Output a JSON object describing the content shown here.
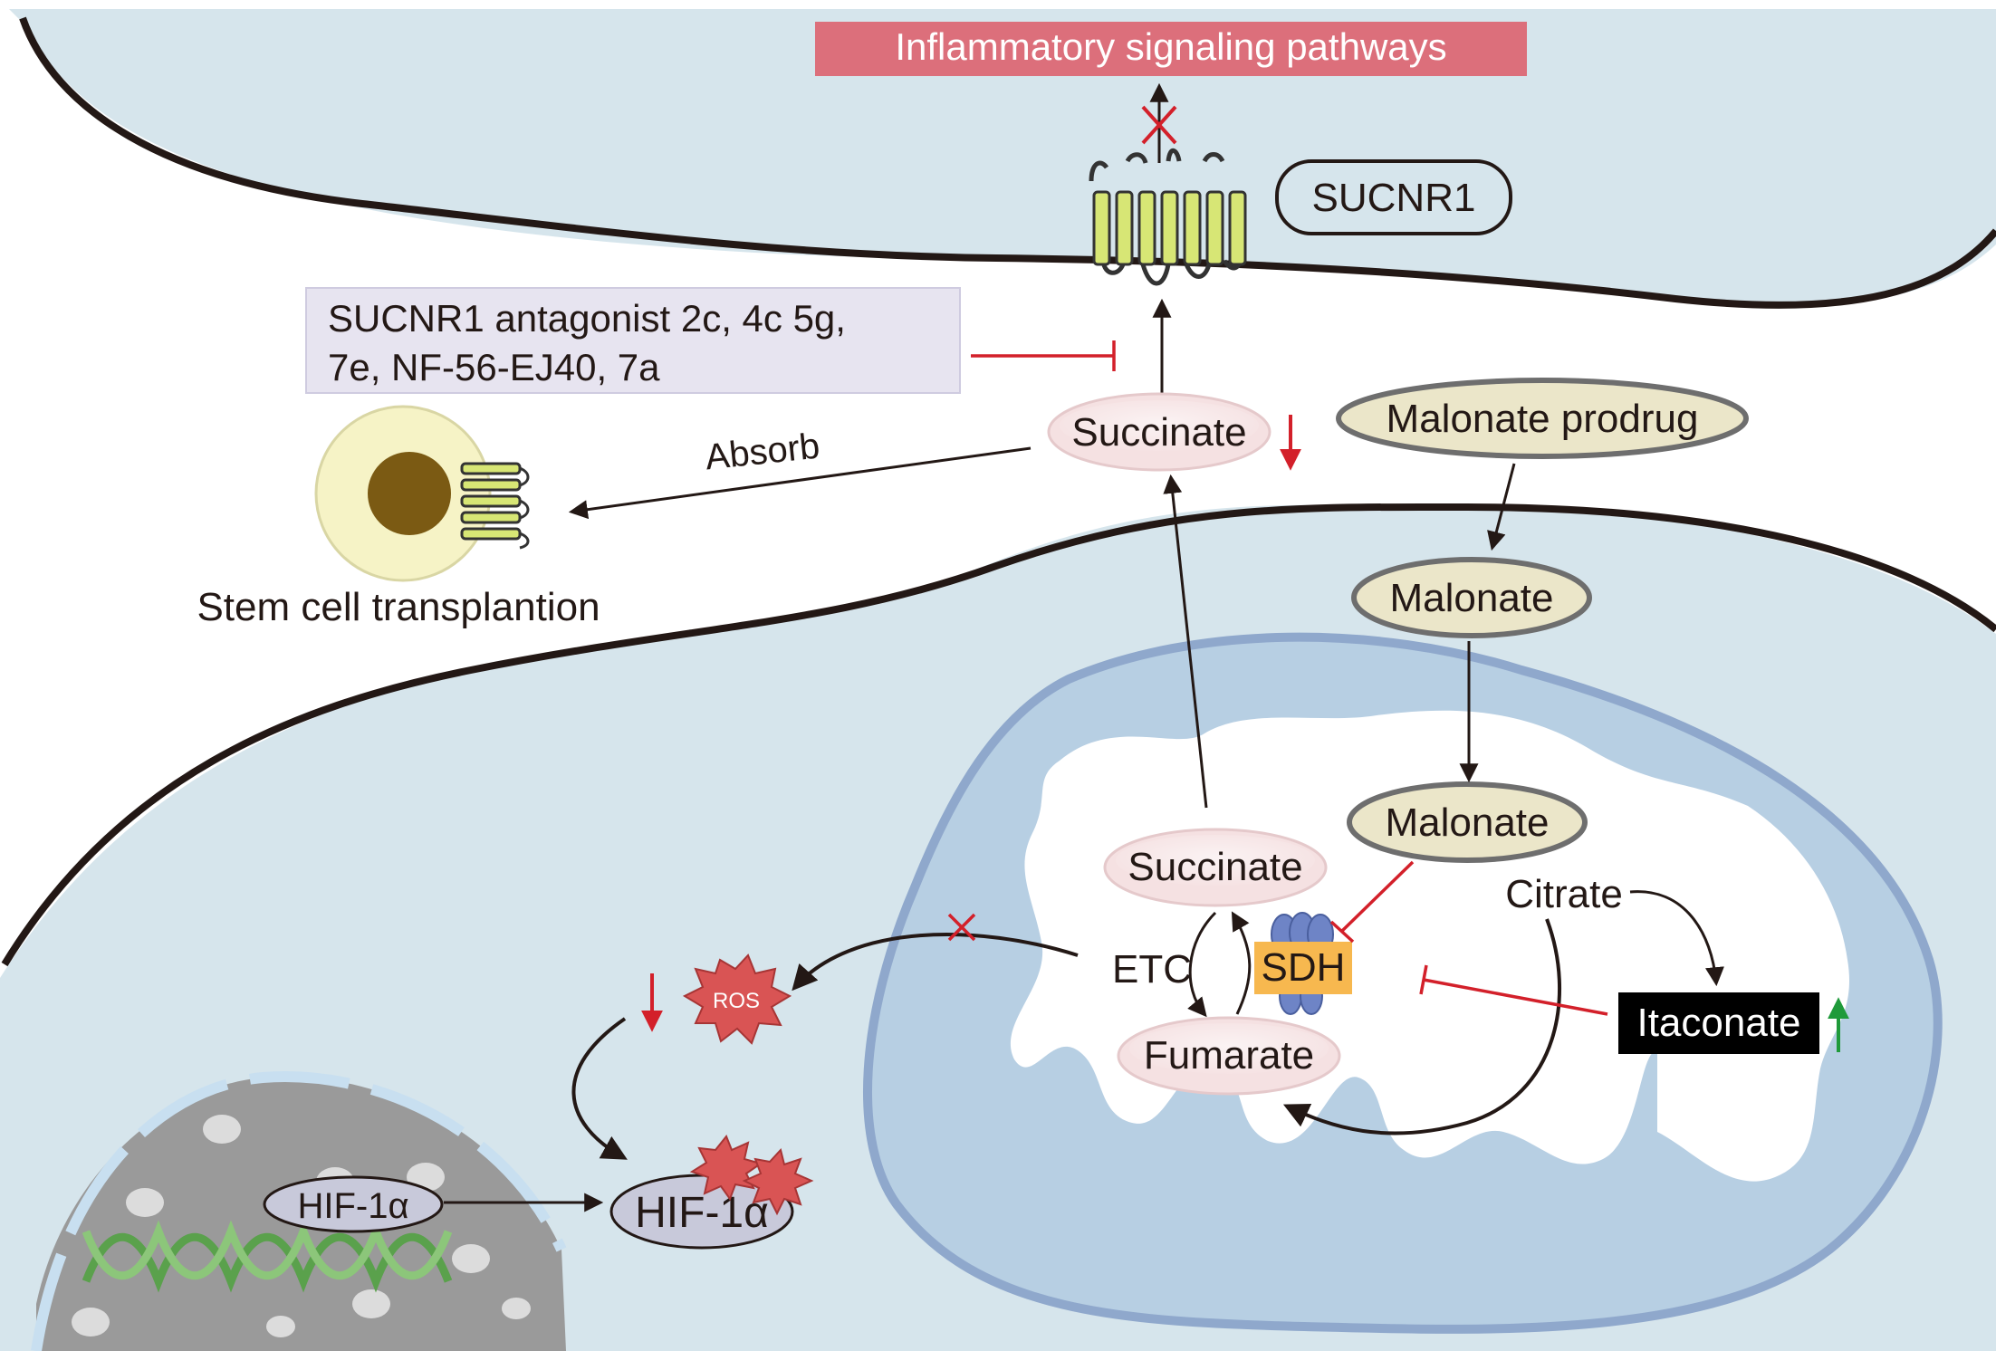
{
  "labels": {
    "inflammatory": "Inflammatory signaling pathways",
    "receptor": "SUCNR1",
    "antagonist_line1": "SUCNR1 antagonist 2c, 4c 5g,",
    "antagonist_line2": "7e, NF-56-EJ40, 7a",
    "absorb": "Absorb",
    "stem_cell": "Stem cell transplantion",
    "succinate_outer": "Succinate",
    "malonate_prodrug": "Malonate prodrug",
    "malonate_cyto": "Malonate",
    "malonate_mito": "Malonate",
    "succinate_mito": "Succinate",
    "fumarate": "Fumarate",
    "citrate": "Citrate",
    "itaconate": "Itaconate",
    "sdh": "SDH",
    "etc": "ETC",
    "ros": "ROS",
    "hif_nucleus": "HIF-1α",
    "hif_cyto": "HIF-1α"
  },
  "colors": {
    "background_cell": "#d6e5ec",
    "membrane": "#231815",
    "mito_outer": "#b7cfe3",
    "mito_border": "#8fa8cc",
    "mito_matrix": "#ffffff",
    "nucleus": "#9a9a9a",
    "inflammatory_box": "#dc6f7b",
    "antagonist_box": "#e7e4f0",
    "succinate_fill": "#f5e1e2",
    "malonate_fill": "#ebe6c9",
    "malonate_border": "#6e6e6e",
    "sdh_fill": "#f7b84f",
    "itaconate_fill": "#000000",
    "ros_fill": "#d95454",
    "hif_fill": "#c8c9da",
    "stem_cell_fill": "#f6f3c6",
    "stem_cell_nucleus": "#7b5a13",
    "receptor_fill": "#d7e675",
    "inhibit_red": "#d3202a",
    "up_green": "#1f9a3a",
    "dna_green": "#5aa14c"
  },
  "icons": [
    "receptor-icon",
    "stem-cell-icon",
    "ros-burst-icon",
    "sdh-complex-icon",
    "dna-helix-icon",
    "inhibit-cross-icon",
    "down-arrow-icon",
    "up-arrow-icon"
  ]
}
